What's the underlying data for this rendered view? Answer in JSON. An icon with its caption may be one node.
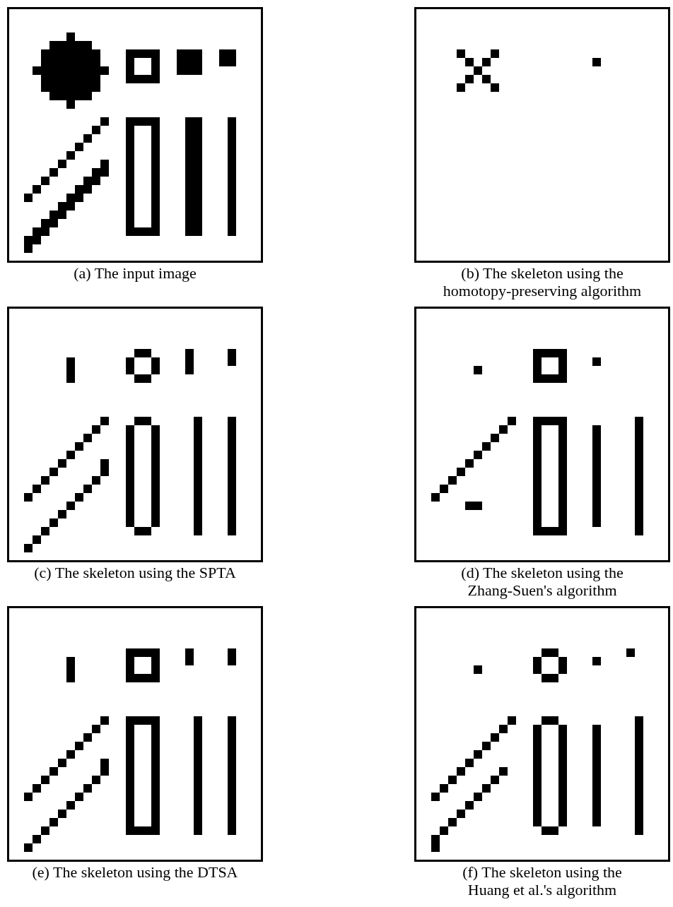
{
  "diagram": {
    "labels": [
      "(a) The input image",
      "(b) The skeleton using the homotopy-preserving algorithm",
      "(c) The skeleton using the SPTA",
      "(d) The skeleton using the Zhang-Suen's algorithm",
      "(e) The skeleton using the DTSA",
      "(f) The skeleton using the Huang et al.'s algorithm"
    ]
  }
}
